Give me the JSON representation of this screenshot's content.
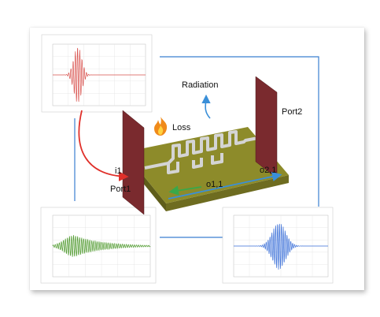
{
  "labels": {
    "radiation": "Radiation",
    "loss": "Loss",
    "port1": "Port1",
    "port2": "Port2",
    "i1": "i1",
    "o11": "o1,1",
    "o21": "o2,1"
  },
  "colors": {
    "input_signal": "#d9534f",
    "reflected_signal": "#4f9a2e",
    "transmitted_signal": "#3a6fd8",
    "board": "#8d8b2a",
    "port_plate": "#7a2a2e",
    "trace": "#d9d9d9",
    "arrow_red": "#e0302a",
    "arrow_blue": "#3a8fd8",
    "arrow_green": "#3aa84a",
    "connector_lines": "#3a7fd0"
  },
  "icons": {
    "flame": "flame-icon"
  }
}
